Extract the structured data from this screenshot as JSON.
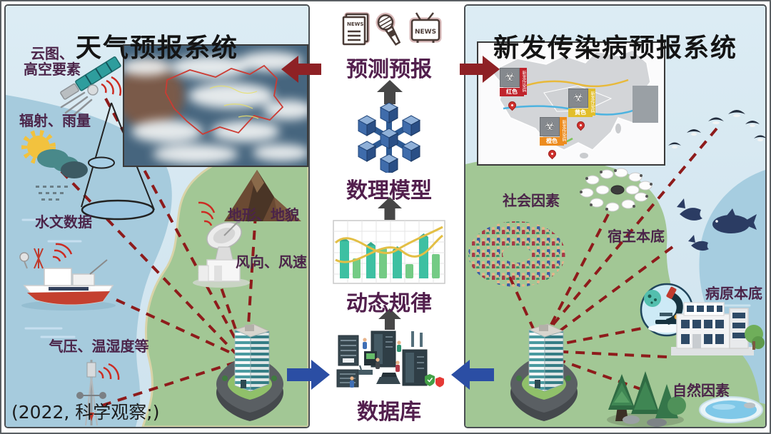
{
  "figure": {
    "type": "dual-system comparison diagram",
    "citation": "(2022, 科学观察;)"
  },
  "left": {
    "title": "天气预报系统",
    "labels": {
      "cloud_line1": "云图、",
      "cloud_line2": "高空要素",
      "radiation": "辐射、雨量",
      "hydrology": "水文数据",
      "terrain": "地形、地貌",
      "wind": "风向、风速",
      "pressure": "气压、温湿度等"
    },
    "image": "satellite-cloud-map-of-china",
    "citation": "(2022, 科学观察;)"
  },
  "center": {
    "news_label": "NEWS",
    "forecast": "预测预报",
    "model": "数理模型",
    "dynamics": "动态规律",
    "database": "数据库",
    "flow": "数据库 → 动态规律 → 数理模型 → 预测预报"
  },
  "right": {
    "title": "新发传染病预报系统",
    "labels": {
      "social": "社会因素",
      "host": "宿主本底",
      "pathogen": "病原本底",
      "natural": "自然因素"
    },
    "map": {
      "name": "china-epidemic-warning-map",
      "markers": [
        {
          "level": "红色",
          "side": "新发传染病",
          "color": "#C0242C"
        },
        {
          "level": "黄色",
          "side": "新发传染病",
          "color": "#E2BE2A"
        },
        {
          "level": "橙色",
          "side": "新发传染病",
          "color": "#ED8C1E"
        }
      ]
    }
  },
  "icons": {
    "biohazard": "☣",
    "media": [
      "newspaper-icon",
      "microphone-icon",
      "tv-icon"
    ]
  },
  "colors": {
    "dashed_line_red": "#8E1B1B",
    "arrow_maroon": "#8E2125",
    "arrow_blue": "#2B4EA4",
    "arrow_gray": "#474747",
    "label_plum": "#4B2449",
    "model_blue": "#3A67A5",
    "land_green": "#A2C795",
    "sea_blue": "#A6CBDD",
    "sky_blue": "#D9E9F2",
    "chart_teal": "#3EC0A2",
    "chart_green": "#74CB85",
    "chart_yellow": "#E3BF45"
  }
}
